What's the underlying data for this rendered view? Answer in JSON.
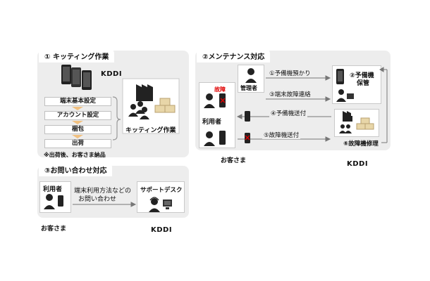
{
  "panel1": {
    "title": "① キッティング作業",
    "brand": "KDDI",
    "steps": [
      "端末基本設定",
      "アカウント設定",
      "梱包",
      "出荷"
    ],
    "kitting_label": "キッティング作業",
    "note": "※出荷後、お客さま納品"
  },
  "panel2": {
    "title": "②メンテナンス対応",
    "customer_user_label": "利用者",
    "fault_label": "故障",
    "admin_label": "管理者",
    "flows": [
      "①予備機預かり",
      "③端末故障連絡",
      "④予備機送付",
      "⑤故障機送付"
    ],
    "spare_label_line1": "②予備機",
    "spare_label_line2": "保管",
    "repair_label": "⑥故障機修理",
    "customer_caption": "お客さま",
    "brand": "KDDI"
  },
  "panel3": {
    "title": "③お問い合わせ対応",
    "user_label": "利用者",
    "inquiry_line1": "端末利用方法などの",
    "inquiry_line2": "お問い合わせ",
    "support_label": "サポートデスク",
    "customer_caption": "お客さま",
    "brand": "KDDI"
  },
  "colors": {
    "panel_bg": "#ededed",
    "arrow_orange": "#f0c080",
    "fault_red": "#e00000"
  }
}
